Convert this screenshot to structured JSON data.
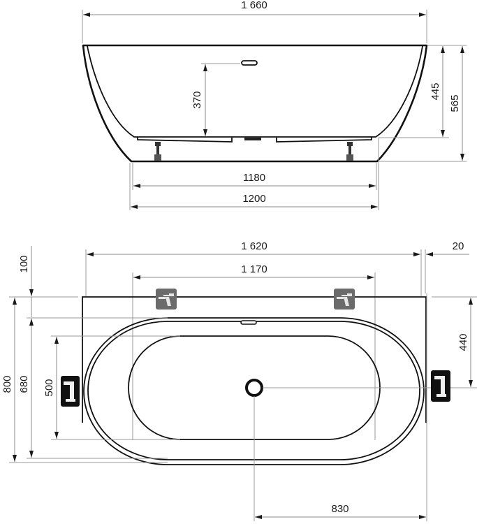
{
  "drawing": {
    "title": "Freestanding bathtub dimension drawing",
    "units": "mm",
    "colors": {
      "outline": "#111111",
      "dimension_line": "#8a8a8a",
      "faucet_icon_gray": "#6b6b6b",
      "faucet_icon_dark": "#111111"
    }
  },
  "side_view": {
    "overall_length": "1 660",
    "overflow_height": "370",
    "inner_depth": "445",
    "overall_height": "565",
    "base_inner_length": "1180",
    "base_outer_length": "1200"
  },
  "plan_view": {
    "overall_length": "1 620",
    "wall_gap": "20",
    "faucet_spacing": "1 170",
    "wall_offset": "100",
    "overall_width": "800",
    "rim_width": "680",
    "inner_width": "500",
    "drain_from_wall": "440",
    "drain_from_side": "830"
  },
  "icons": {
    "faucet_wall_left": "wall-faucet-icon",
    "faucet_wall_right": "wall-faucet-icon",
    "faucet_side_left": "side-faucet-icon",
    "faucet_side_right": "side-faucet-icon",
    "overflow": "overflow-slot-icon",
    "drain": "drain-icon"
  }
}
